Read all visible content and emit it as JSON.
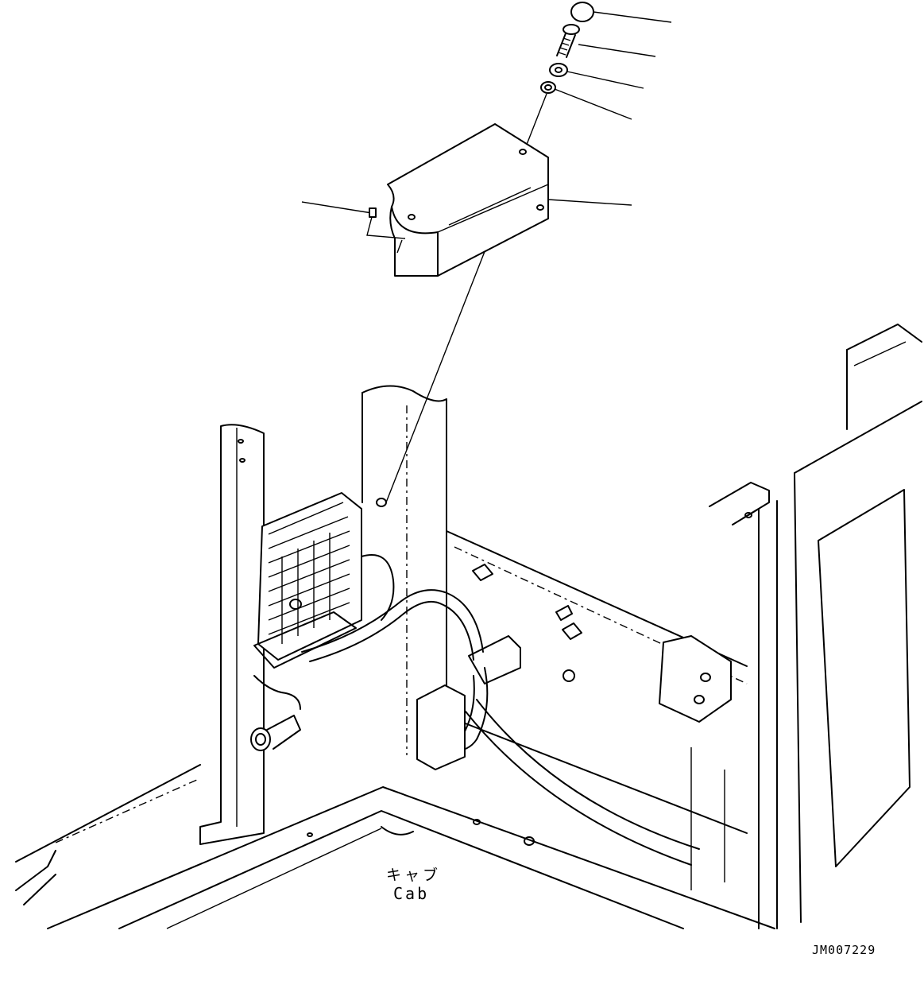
{
  "labels": {
    "cab_japanese": "キャブ",
    "cab_english": "Cab",
    "drawing_number": "JM007229"
  }
}
